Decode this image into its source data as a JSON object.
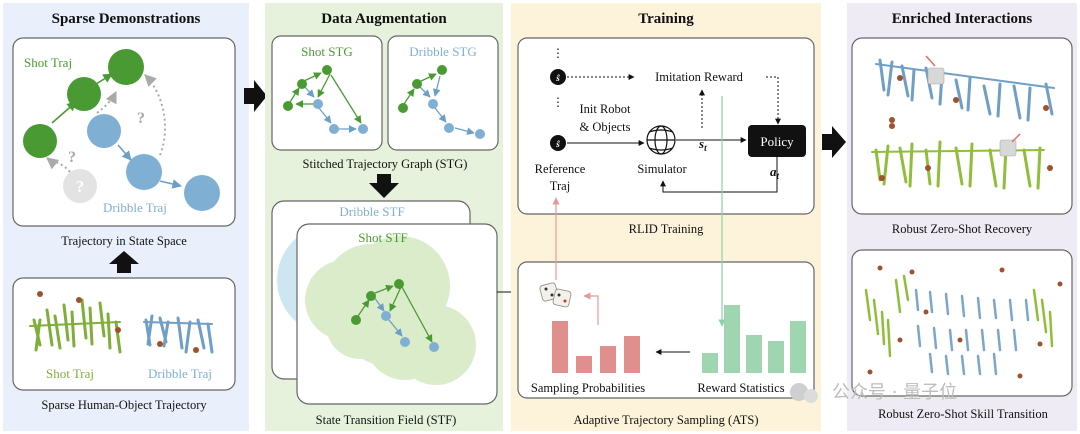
{
  "panels": {
    "sparse": {
      "title": "Sparse Demonstrations",
      "shot_traj": "Shot Traj",
      "dribble_traj": "Dribble Traj",
      "state_space_caption": "Trajectory in State Space",
      "q1": "?",
      "q2": "?",
      "q3": "?",
      "bottom_shot": "Shot Traj",
      "bottom_dribble": "Dribble Traj",
      "bottom_caption": "Sparse Human-Object Trajectory"
    },
    "augmentation": {
      "title": "Data Augmentation",
      "shot_stg": "Shot STG",
      "dribble_stg": "Dribble STG",
      "stg_caption": "Stitched Trajectory Graph (STG)",
      "dribble_stf": "Dribble STF",
      "shot_stf": "Shot STF",
      "stf_caption": "State Transition Field (STF)"
    },
    "training": {
      "title": "Training",
      "dots_top": "⋮",
      "dots_mid": "⋮",
      "imitation_reward": "Imitation Reward",
      "init_robot_1": "Init Robot",
      "init_robot_2": "& Objects",
      "reference_1": "Reference",
      "reference_2": "Traj",
      "simulator": "Simulator",
      "policy": "Policy",
      "rlid_caption": "RLID Training",
      "sampling_probabilities": "Sampling Probabilities",
      "reward_statistics": "Reward Statistics",
      "ats_caption": "Adaptive Trajectory Sampling (ATS)",
      "probabilities": [
        0.52,
        0.17,
        0.27,
        0.37
      ],
      "reward_stats": [
        0.2,
        0.68,
        0.38,
        0.32,
        0.52
      ],
      "prob_color": "#e08f8f",
      "reward_color": "#9fd6b1"
    },
    "enriched": {
      "title": "Enriched Interactions",
      "recovery_caption": "Robust Zero-Shot Recovery",
      "transition_caption": "Robust Zero-Shot Skill Transition"
    }
  },
  "watermark": "公众号 · 量子位",
  "colors": {
    "panel_blue": "#e9f0fb",
    "panel_green": "#e6f2dc",
    "panel_yellow": "#fdf3da",
    "panel_purple": "#eeebf4",
    "shot_green": "#4a9a33",
    "dribble_blue": "#7fb0d3"
  }
}
